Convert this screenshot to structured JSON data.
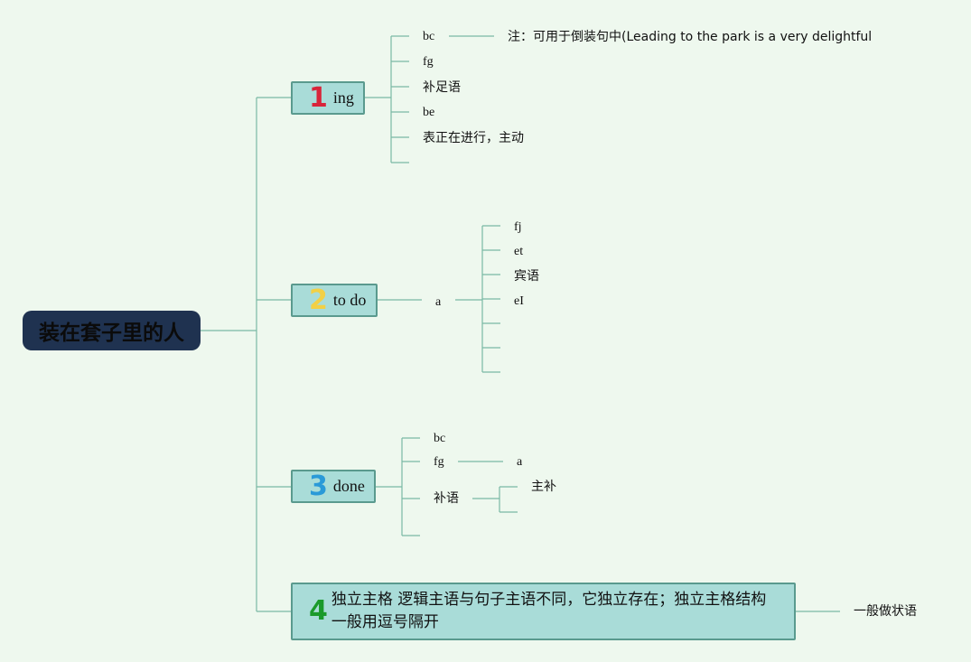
{
  "root": {
    "label": "装在套子里的人"
  },
  "branches": [
    {
      "number": "1",
      "number_color": "#d8253a",
      "label": "ing",
      "children": [
        "bc",
        "fg",
        "补足语",
        "be",
        "表正在进行，主动",
        ""
      ],
      "note": "注：可用于倒装句中(Leading to the park is a very delightful"
    },
    {
      "number": "2",
      "number_color": "#f2d045",
      "label": "to do",
      "child": "a",
      "grandchildren": [
        "fj",
        "et",
        "宾语",
        "eI",
        "",
        "",
        ""
      ]
    },
    {
      "number": "3",
      "number_color": "#2a9ad8",
      "label": "done",
      "children": [
        "bc",
        "fg",
        "补语",
        ""
      ],
      "fg_child": "a",
      "buyu_children": [
        "主补",
        ""
      ]
    },
    {
      "number": "4",
      "number_color": "#1a9a2a",
      "label": "独立主格 逻辑主语与句子主语不同，它独立存在；独立主格结构一般用逗号隔开",
      "child": "一般做状语"
    }
  ],
  "colors": {
    "background": "#eef8ee",
    "line": "#7ab8a4",
    "root_fill": "#1f3250",
    "branch_fill": "#a9dcd8",
    "branch_border": "#5a9a8e"
  }
}
